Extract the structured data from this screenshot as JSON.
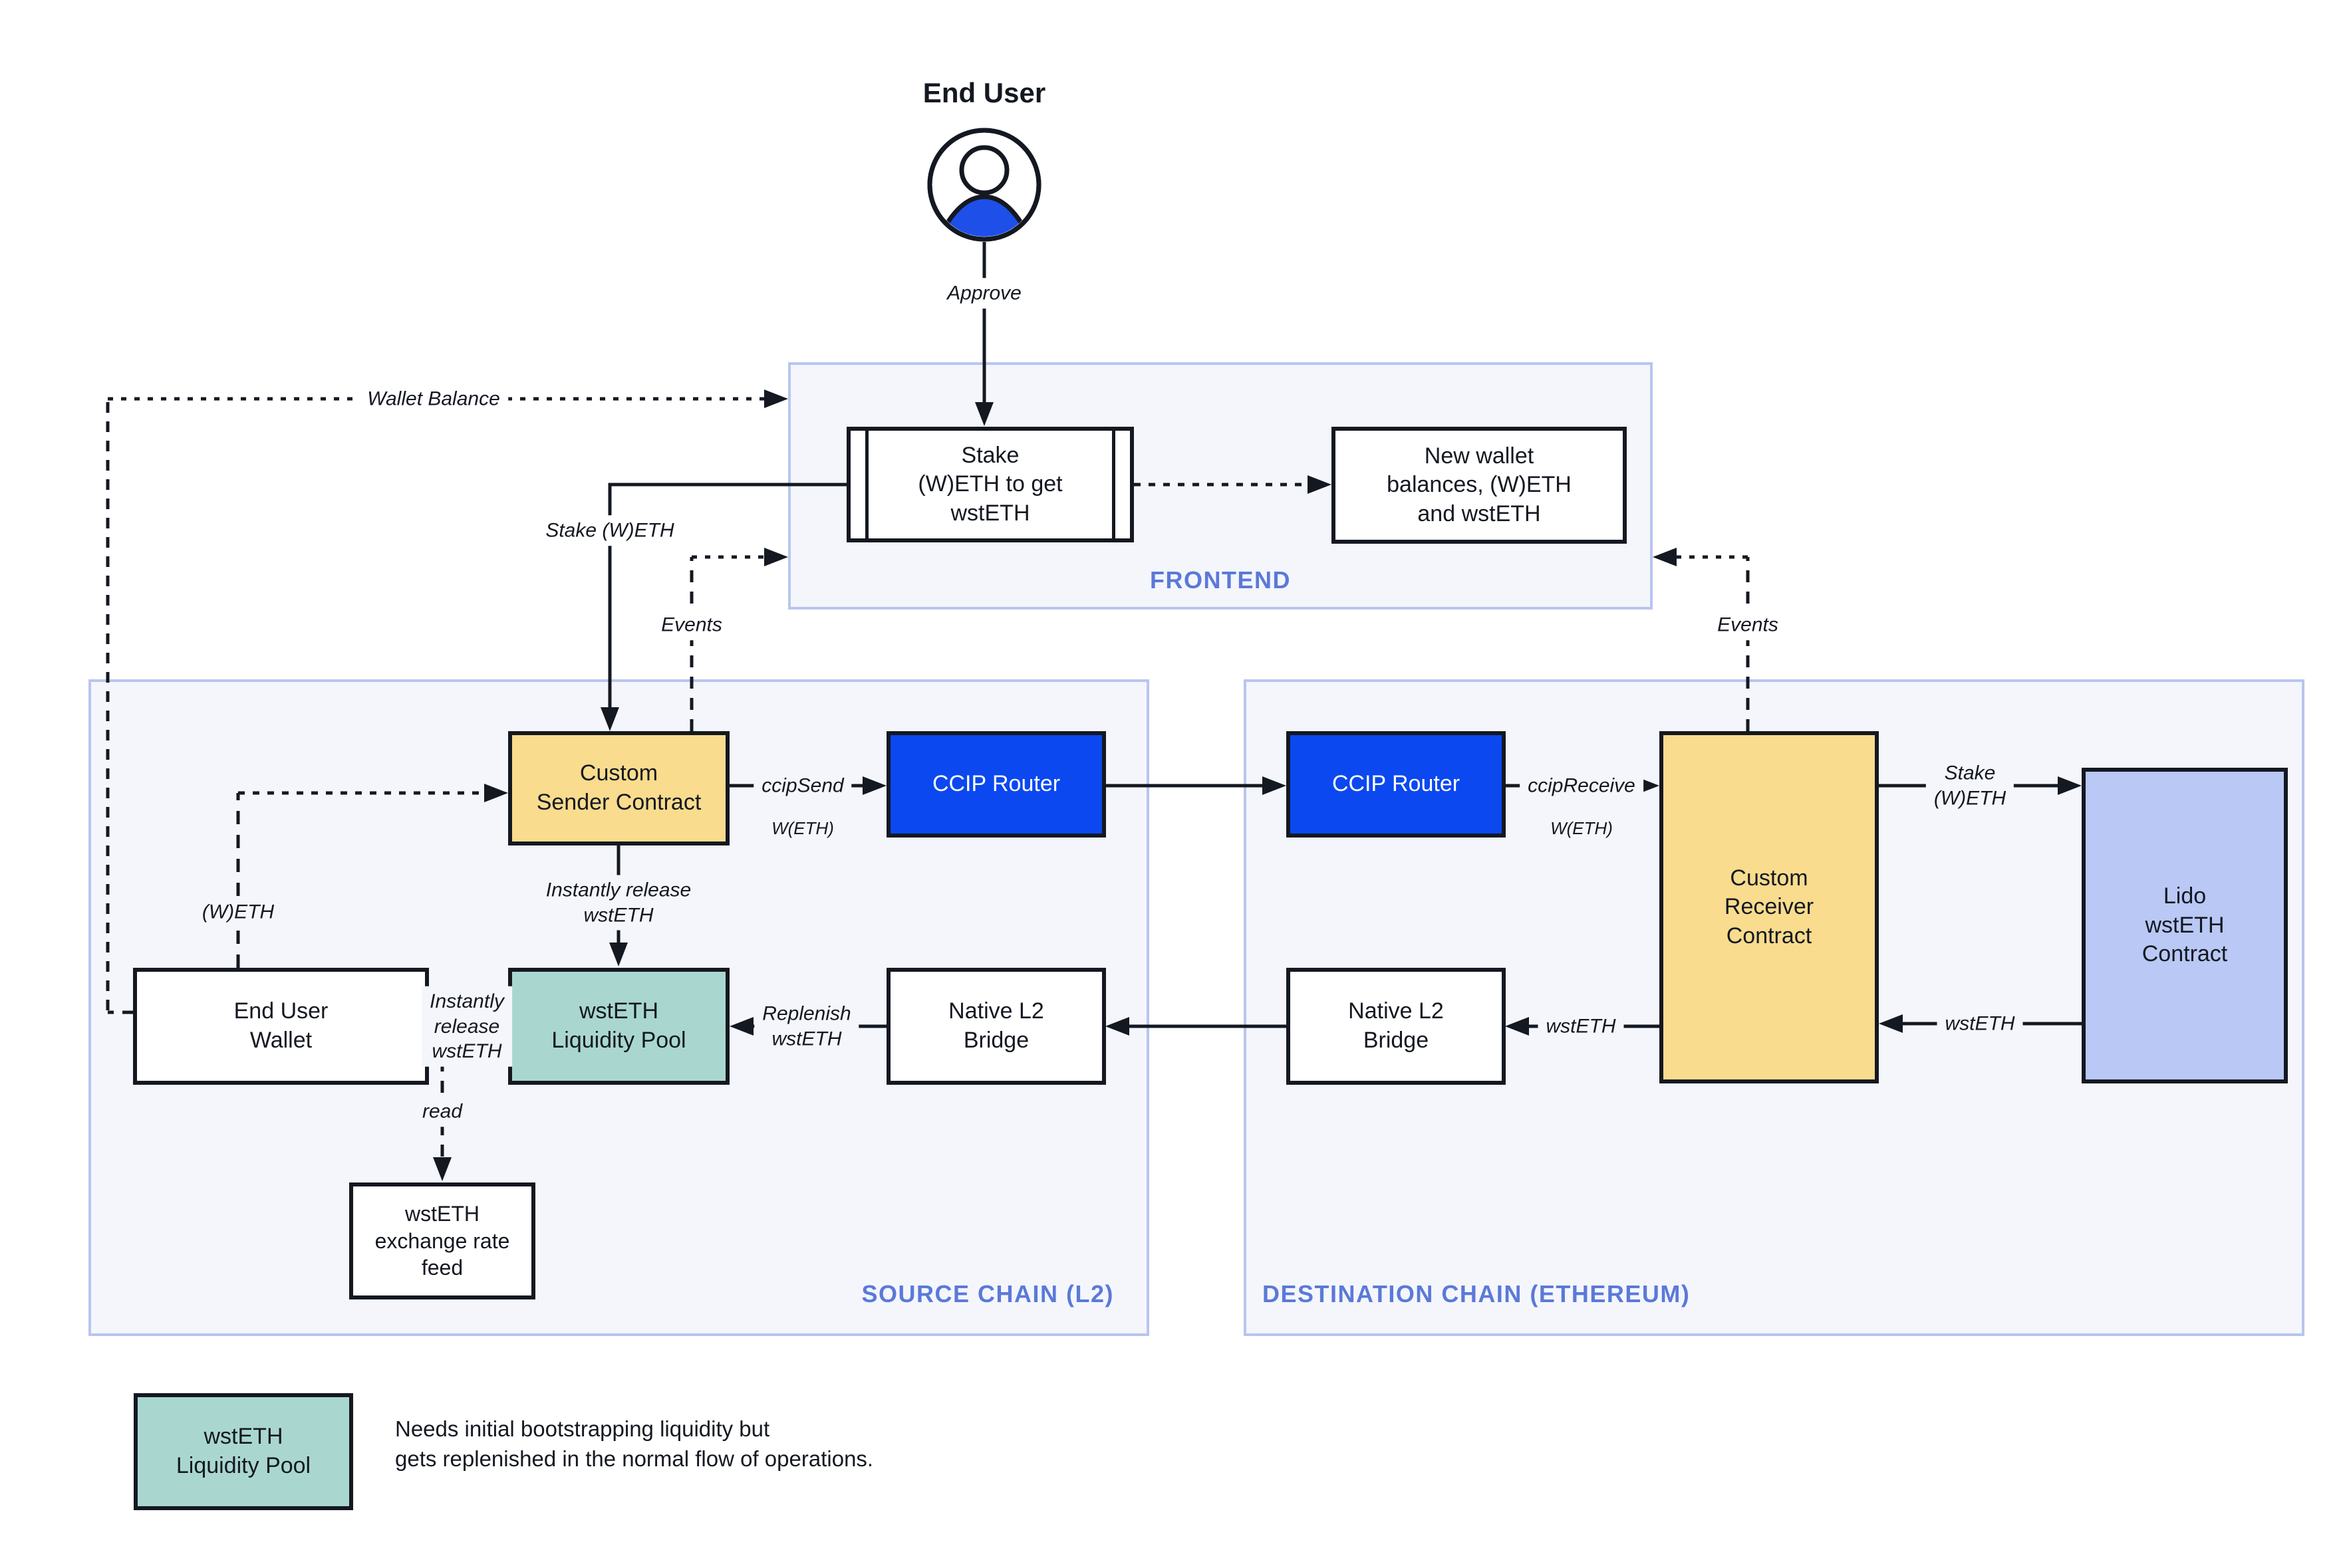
{
  "colors": {
    "ink": "#141821",
    "ccip_blue": "#0b48f0",
    "contract_yellow": "#f9dc8d",
    "pool_teal": "#a9d7d0",
    "lido_periwinkle": "#b9c8f4",
    "container_fill": "#f4f6fc",
    "container_border": "#b9c5ef",
    "section_label_blue": "#5b79d8",
    "avatar_blue": "#1e4fe8"
  },
  "end_user": {
    "title": "End User",
    "icon": "person-avatar"
  },
  "frontend": {
    "section_label": "FRONTEND",
    "stake_process": "Stake\n(W)ETH to get\nwstETH",
    "new_wallet": "New wallet\nbalances, (W)ETH\nand wstETH"
  },
  "source_chain": {
    "section_label": "SOURCE CHAIN (L2)",
    "sender": "Custom\nSender Contract",
    "router": "CCIP Router",
    "wallet": "End User\nWallet",
    "pool": "wstETH\nLiquidity Pool",
    "bridge": "Native L2\nBridge",
    "feed": "wstETH\nexchange rate\nfeed"
  },
  "destination_chain": {
    "section_label": "DESTINATION CHAIN (ETHEREUM)",
    "router": "CCIP Router",
    "receiver": "Custom\nReceiver\nContract",
    "bridge": "Native L2\nBridge",
    "lido": "Lido\nwstETH\nContract"
  },
  "edge_labels": {
    "approve": "Approve",
    "wallet_balance": "Wallet Balance",
    "stake_weth": "Stake (W)ETH",
    "events_left": "Events",
    "events_right": "Events",
    "ccip_send": "ccipSend",
    "ccip_send_token": "W(ETH)",
    "ccip_receive": "ccipReceive",
    "ccip_receive_token": "W(ETH)",
    "instantly_release_vertical": "Instantly release\nwstETH",
    "instantly_release_horizontal": "Instantly\nrelease\nwstETH",
    "replenish": "Replenish\nwstETH",
    "weth": "(W)ETH",
    "read": "read",
    "wsteth_to_bridge": "wstETH",
    "stake_weth_right": "Stake\n(W)ETH",
    "wsteth_from_lido": "wstETH"
  },
  "legend": {
    "swatch_label": "wstETH\nLiquidity Pool",
    "description": "Needs initial bootstrapping liquidity but\ngets replenished in the normal flow of operations."
  }
}
